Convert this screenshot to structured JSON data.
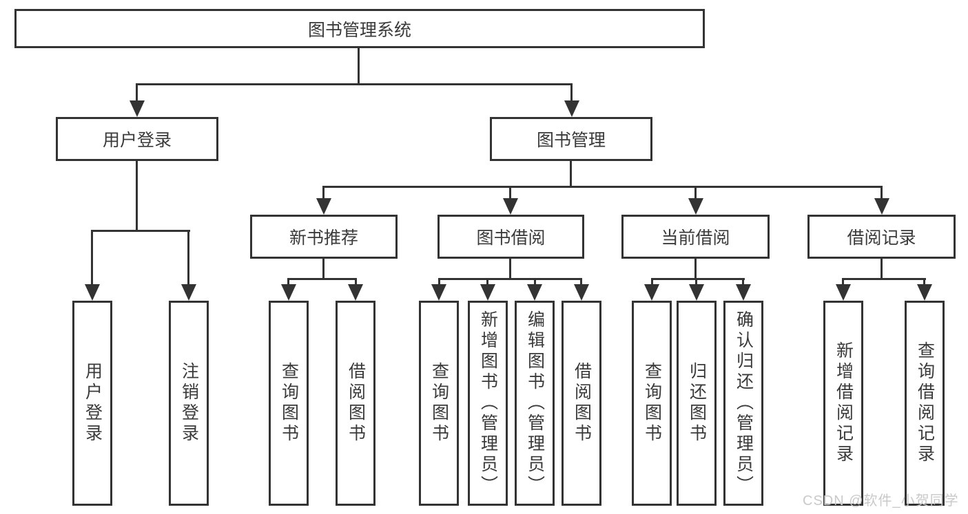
{
  "tree": {
    "label": "图书管理系统",
    "children": [
      {
        "label": "用户登录",
        "children": [
          {
            "label": "用户登录"
          },
          {
            "label": "注销登录"
          }
        ]
      },
      {
        "label": "图书管理",
        "children": [
          {
            "label": "新书推荐",
            "children": [
              {
                "label": "查询图书"
              },
              {
                "label": "借阅图书"
              }
            ]
          },
          {
            "label": "图书借阅",
            "children": [
              {
                "label": "查询图书"
              },
              {
                "label": "新增图书（管理员）"
              },
              {
                "label": "编辑图书（管理员）"
              },
              {
                "label": "借阅图书"
              }
            ]
          },
          {
            "label": "当前借阅",
            "children": [
              {
                "label": "查询图书"
              },
              {
                "label": "归还图书"
              },
              {
                "label": "确认归还（管理员）"
              }
            ]
          },
          {
            "label": "借阅记录",
            "children": [
              {
                "label": "新增借阅记录"
              },
              {
                "label": "查询借阅记录"
              }
            ]
          }
        ]
      }
    ]
  },
  "watermark": {
    "text": "CSDN @软件_小贺同学"
  },
  "colors": {
    "line": "#333333",
    "text": "#3a3a3a",
    "background": "#ffffff",
    "watermark": "#c9c9c9"
  }
}
